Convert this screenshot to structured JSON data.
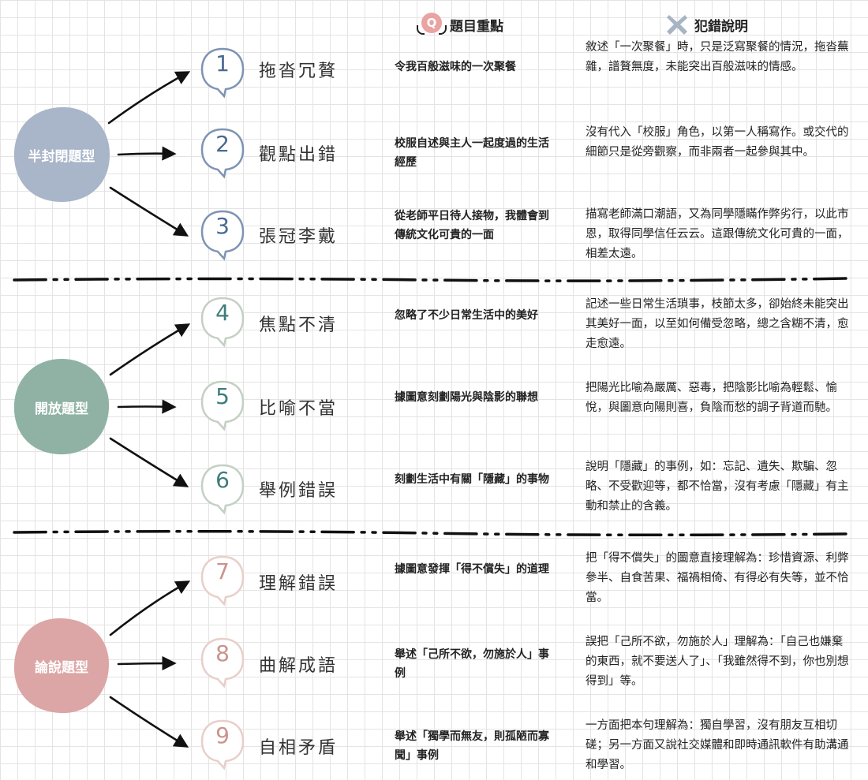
{
  "header": {
    "focus_title": "題目重點",
    "mistake_title": "犯錯說明",
    "q_glyph": "Q"
  },
  "colors": {
    "semi": "#a9b5c8",
    "open": "#8fb2a5",
    "argue": "#dba6a5",
    "semi_ring": "#7e94b3",
    "semi_digit": "#4a6a92",
    "open_ring": "#c3d0c3",
    "open_digit": "#3f7d7b",
    "argue_ring": "#e8cfca",
    "argue_digit": "#c9948c"
  },
  "groups": [
    {
      "label": "半封閉題型",
      "color_key": "semi"
    },
    {
      "label": "開放題型",
      "color_key": "open"
    },
    {
      "label": "論說題型",
      "color_key": "argue"
    }
  ],
  "items": [
    {
      "num": "1",
      "name": "拖沓冗贅",
      "focus": "令我百般滋味的一次聚餐",
      "desc": "敘述「一次聚餐」時，只是泛寫聚餐的情況，拖沓蕪雜，譜贅無度，未能突出百般滋味的情感。"
    },
    {
      "num": "2",
      "name": "觀點出錯",
      "focus": "校服自述與主人一起度過的生活經歷",
      "desc": "沒有代入「校服」角色，以第一人稱寫作。或交代的細節只是從旁觀察，而非兩者一起參與其中。"
    },
    {
      "num": "3",
      "name": "張冠李戴",
      "focus": "從老師平日待人接物，我體會到傳統文化可貴的一面",
      "desc": "描寫老師滿口潮語，又為同學隱瞞作弊劣行，以此市恩，取得同學信任云云。這跟傳統文化可貴的一面，相差太遠。"
    },
    {
      "num": "4",
      "name": "焦點不清",
      "focus": "忽略了不少日常生活中的美好",
      "desc": "記述一些日常生活瑣事，枝節太多，卻始終未能突出其美好一面，以至如何備受忽略，總之含糊不清，愈走愈遠。"
    },
    {
      "num": "5",
      "name": "比喻不當",
      "focus": "據圖意刻劃陽光與陰影的聯想",
      "desc": "把陽光比喻為嚴厲、惡毒，把陰影比喻為輕鬆、愉悅，與圖意向陽則喜，負陰而愁的調子背道而馳。"
    },
    {
      "num": "6",
      "name": "舉例錯誤",
      "focus": "刻劃生活中有關「隱藏」的事物",
      "desc": "說明「隱藏」的事例，如：忘記、遺失、欺騙、忽略、不受歡迎等，都不恰當，沒有考慮「隱藏」有主動和禁止的含義。"
    },
    {
      "num": "7",
      "name": "理解錯誤",
      "focus": "據圖意發揮「得不償失」的道理",
      "desc": "把「得不償失」的圖意直接理解為：珍惜資源、利弊參半、自食苦果、福禍相倚、有得必有失等，並不恰當。"
    },
    {
      "num": "8",
      "name": "曲解成語",
      "focus": "舉述「己所不欲，勿施於人」事例",
      "desc": "誤把「己所不欲，勿施於人」理解為：「自己也嫌棄的東西，就不要送人了」、「我雖然得不到，你也別想得到」等。"
    },
    {
      "num": "9",
      "name": "自相矛盾",
      "focus": "舉述「獨學而無友，則孤陋而寡聞」事例",
      "desc": "一方面把本句理解為：獨自學習，沒有朋友互相切磋；另一方面又說社交媒體和即時通訊軟件有助溝通和學習。"
    }
  ]
}
